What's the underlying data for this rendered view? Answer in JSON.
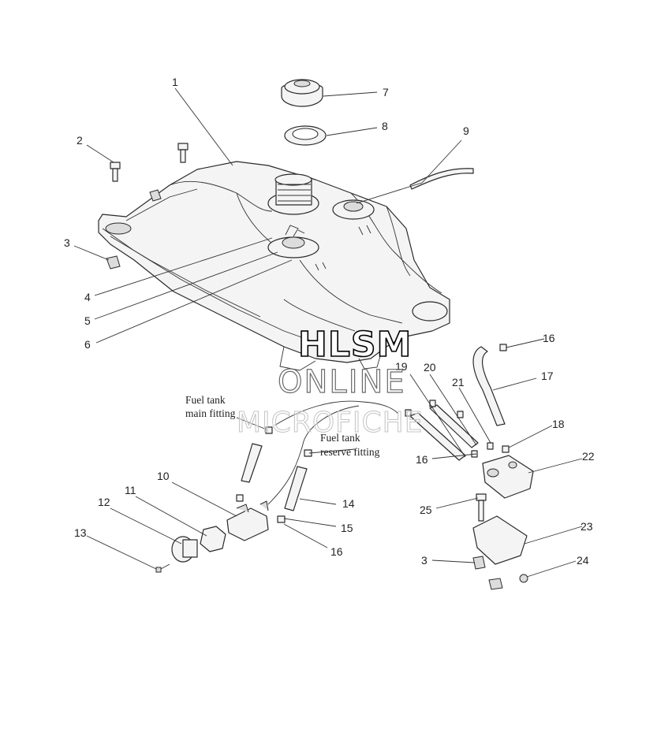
{
  "callouts": {
    "c1": "1",
    "c2": "2",
    "c3a": "3",
    "c3b": "3",
    "c4": "4",
    "c5": "5",
    "c6": "6",
    "c7": "7",
    "c8": "8",
    "c9": "9",
    "c10": "10",
    "c11": "11",
    "c12": "12",
    "c13": "13",
    "c14": "14",
    "c15": "15",
    "c16a": "16",
    "c16b": "16",
    "c16c": "16",
    "c17": "17",
    "c18": "18",
    "c19": "19",
    "c20": "20",
    "c21": "21",
    "c22": "22",
    "c23": "23",
    "c24": "24",
    "c25": "25"
  },
  "notes": {
    "main_fitting_line1": "Fuel tank",
    "main_fitting_line2": "main fitting",
    "reserve_fitting_line1": "Fuel tank",
    "reserve_fitting_line2": "reserve fitting"
  },
  "watermark": {
    "line1": "HLSM",
    "line2": "ONLINE",
    "line3": "MICROFICHE"
  }
}
